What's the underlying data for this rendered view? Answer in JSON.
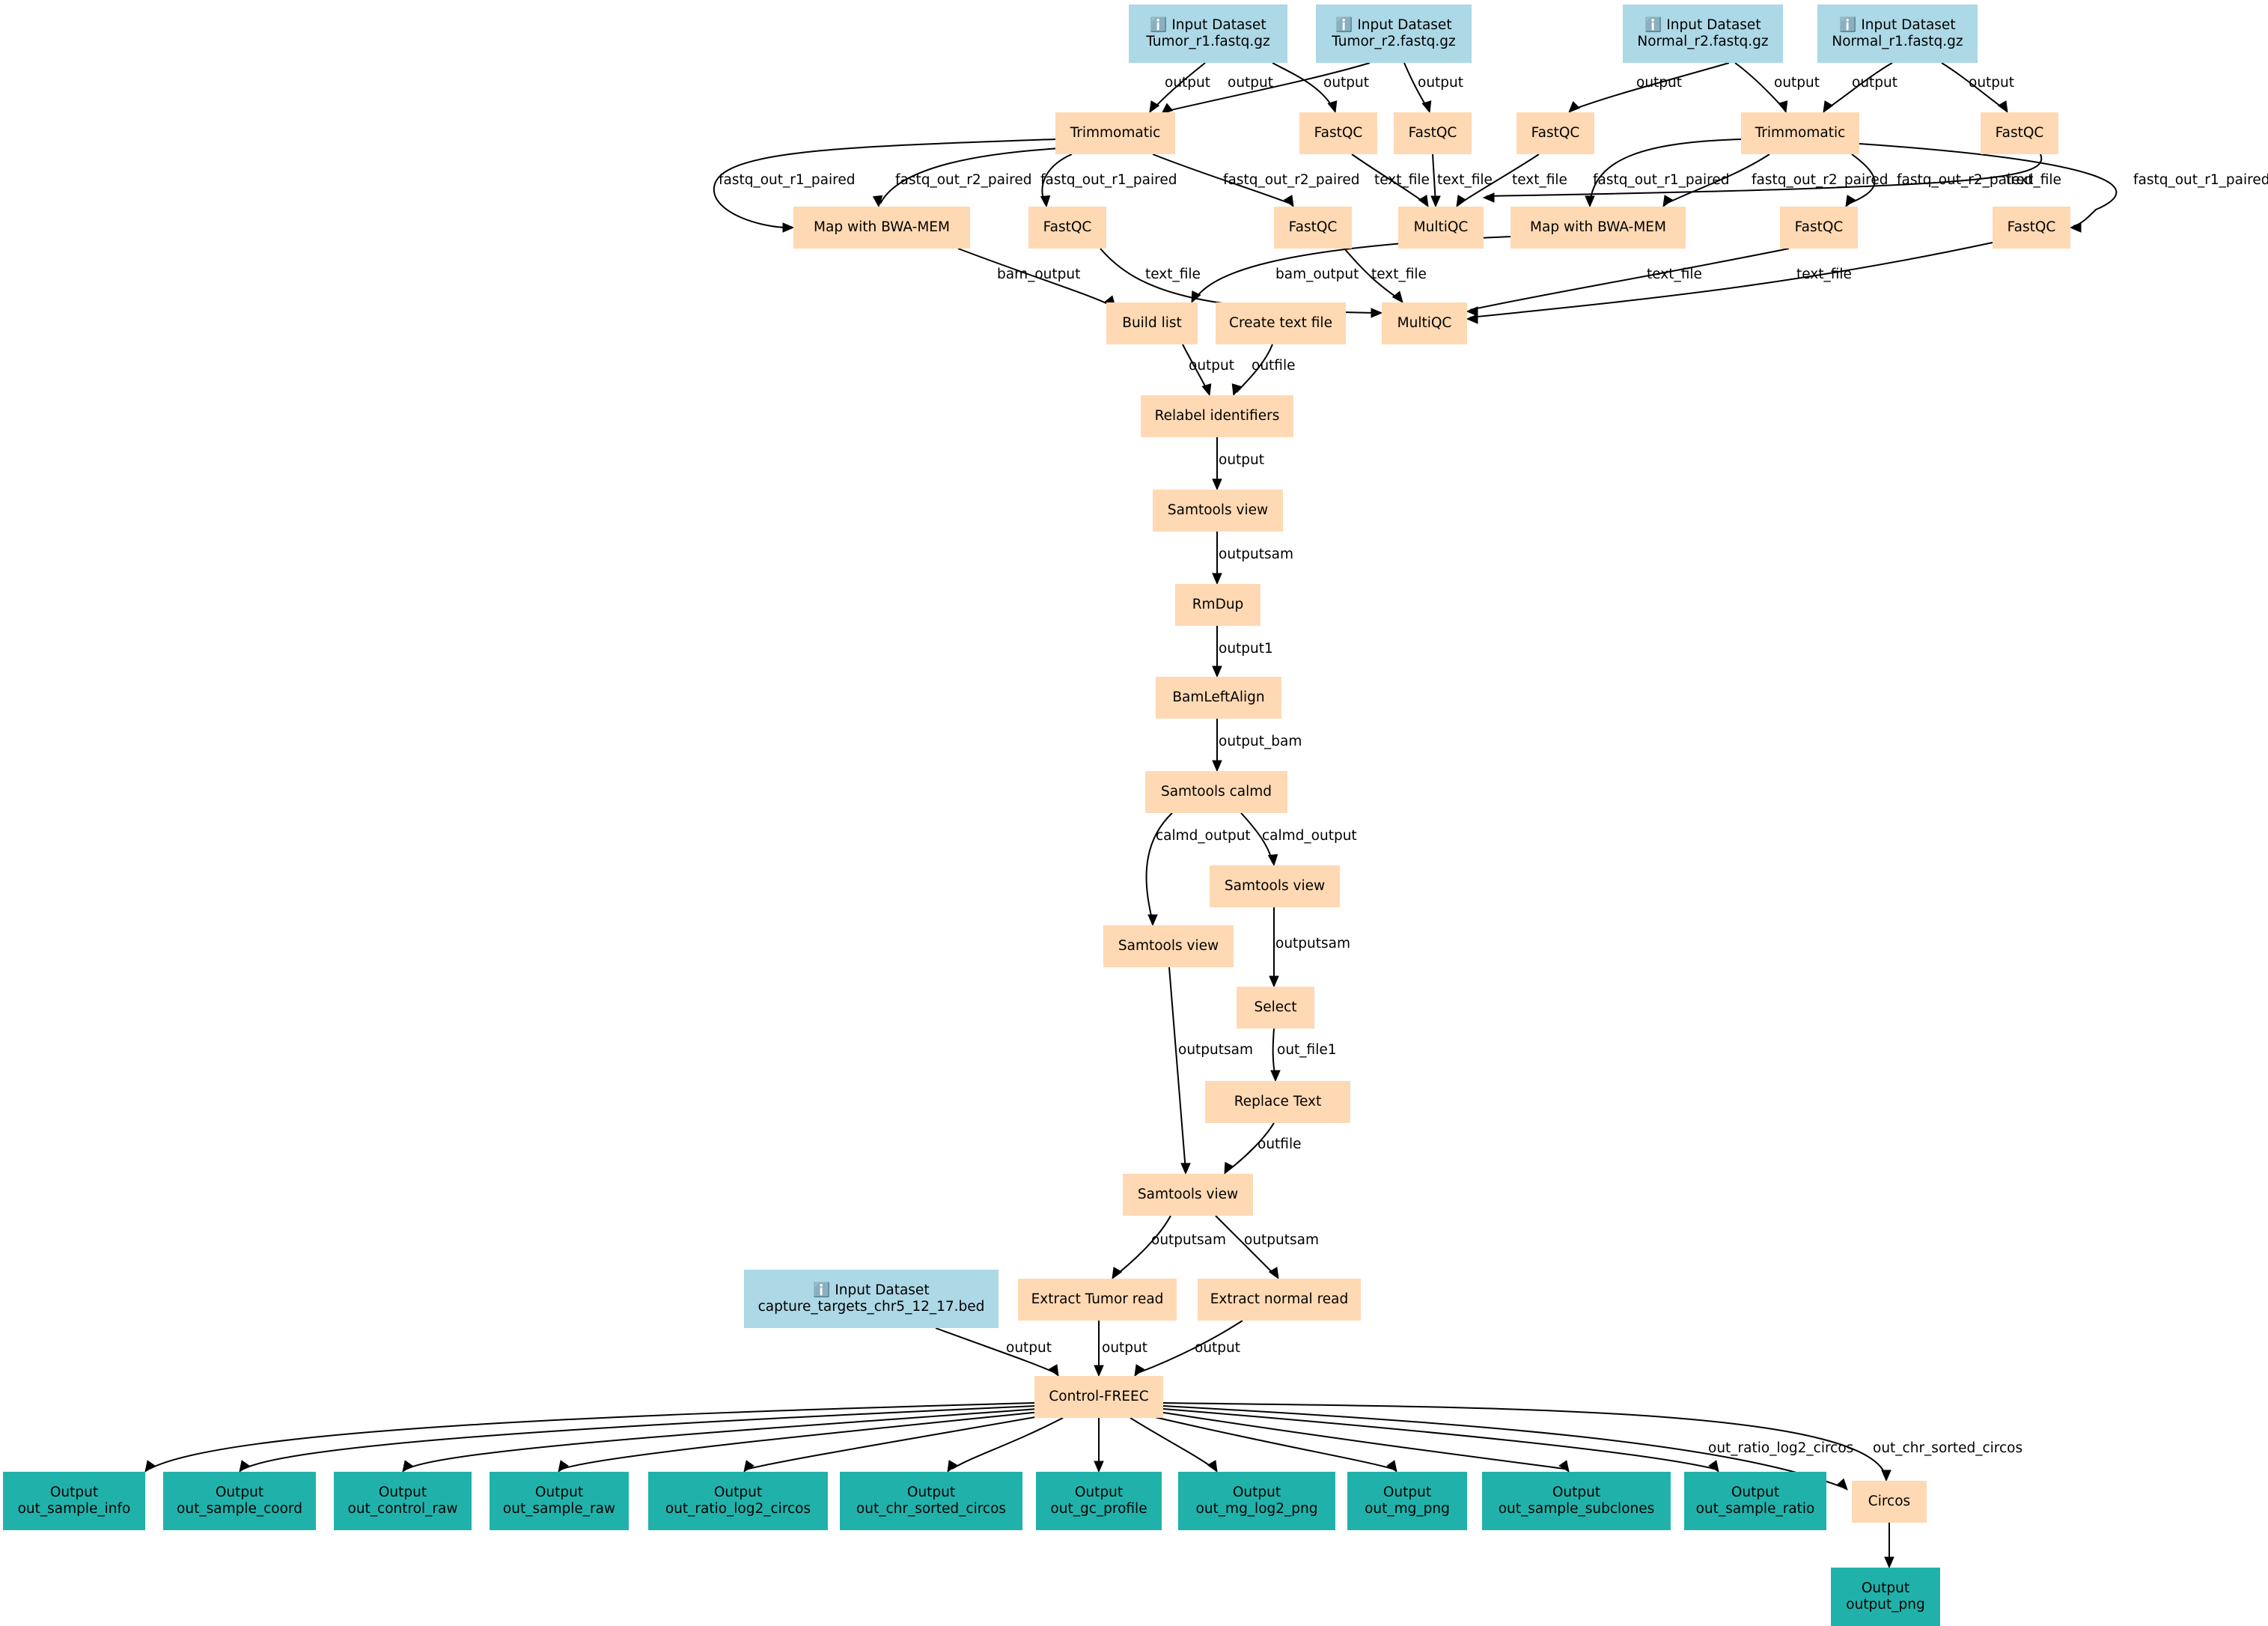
{
  "colors": {
    "input": "#add8e6",
    "tool": "#ffd9b3",
    "output": "#20b2aa",
    "edge": "#000000"
  },
  "nodes": [
    {
      "id": "in_tumor_r1",
      "kind": "input",
      "icon": "info-icon",
      "line1": "ℹ️ Input Dataset",
      "line2": "Tumor_r1.fastq.gz"
    },
    {
      "id": "in_tumor_r2",
      "kind": "input",
      "icon": "info-icon",
      "line1": "ℹ️ Input Dataset",
      "line2": "Tumor_r2.fastq.gz"
    },
    {
      "id": "in_normal_r2",
      "kind": "input",
      "icon": "info-icon",
      "line1": "ℹ️ Input Dataset",
      "line2": "Normal_r2.fastq.gz"
    },
    {
      "id": "in_normal_r1",
      "kind": "input",
      "icon": "info-icon",
      "line1": "ℹ️ Input Dataset",
      "line2": "Normal_r1.fastq.gz"
    },
    {
      "id": "trim_t",
      "kind": "tool",
      "line1": "Trimmomatic"
    },
    {
      "id": "fqc_t2",
      "kind": "tool",
      "line1": "FastQC"
    },
    {
      "id": "fqc_t1",
      "kind": "tool",
      "line1": "FastQC"
    },
    {
      "id": "fqc_n2",
      "kind": "tool",
      "line1": "FastQC"
    },
    {
      "id": "trim_n",
      "kind": "tool",
      "line1": "Trimmomatic"
    },
    {
      "id": "fqc_n1",
      "kind": "tool",
      "line1": "FastQC"
    },
    {
      "id": "bwa_t",
      "kind": "tool",
      "line1": "Map with BWA-MEM"
    },
    {
      "id": "fqc_tp1",
      "kind": "tool",
      "line1": "FastQC"
    },
    {
      "id": "fqc_tp2",
      "kind": "tool",
      "line1": "FastQC"
    },
    {
      "id": "mqc_raw",
      "kind": "tool",
      "line1": "MultiQC"
    },
    {
      "id": "bwa_n",
      "kind": "tool",
      "line1": "Map with BWA-MEM"
    },
    {
      "id": "fqc_np2",
      "kind": "tool",
      "line1": "FastQC"
    },
    {
      "id": "fqc_np1",
      "kind": "tool",
      "line1": "FastQC"
    },
    {
      "id": "build_list",
      "kind": "tool",
      "line1": "Build list"
    },
    {
      "id": "create_text",
      "kind": "tool",
      "line1": "Create text file"
    },
    {
      "id": "mqc_trim",
      "kind": "tool",
      "line1": "MultiQC"
    },
    {
      "id": "relabel",
      "kind": "tool",
      "line1": "Relabel identifiers"
    },
    {
      "id": "sview1",
      "kind": "tool",
      "line1": "Samtools view"
    },
    {
      "id": "rmdup",
      "kind": "tool",
      "line1": "RmDup"
    },
    {
      "id": "bamleft",
      "kind": "tool",
      "line1": "BamLeftAlign"
    },
    {
      "id": "calmd",
      "kind": "tool",
      "line1": "Samtools calmd"
    },
    {
      "id": "sview_r",
      "kind": "tool",
      "line1": "Samtools view"
    },
    {
      "id": "sview_l",
      "kind": "tool",
      "line1": "Samtools view"
    },
    {
      "id": "select",
      "kind": "tool",
      "line1": "Select"
    },
    {
      "id": "replace",
      "kind": "tool",
      "line1": "Replace Text"
    },
    {
      "id": "sview_m",
      "kind": "tool",
      "line1": "Samtools view"
    },
    {
      "id": "in_bed",
      "kind": "input",
      "icon": "info-icon",
      "line1": "ℹ️ Input Dataset",
      "line2": "capture_targets_chr5_12_17.bed"
    },
    {
      "id": "ext_tumor",
      "kind": "tool",
      "line1": "Extract Tumor read"
    },
    {
      "id": "ext_normal",
      "kind": "tool",
      "line1": "Extract normal read"
    },
    {
      "id": "freec",
      "kind": "tool",
      "line1": "Control-FREEC"
    },
    {
      "id": "o_info",
      "kind": "output",
      "line1": "Output",
      "line2": "out_sample_info"
    },
    {
      "id": "o_coord",
      "kind": "output",
      "line1": "Output",
      "line2": "out_sample_coord"
    },
    {
      "id": "o_ctrlraw",
      "kind": "output",
      "line1": "Output",
      "line2": "out_control_raw"
    },
    {
      "id": "o_samraw",
      "kind": "output",
      "line1": "Output",
      "line2": "out_sample_raw"
    },
    {
      "id": "o_ratio",
      "kind": "output",
      "line1": "Output",
      "line2": "out_ratio_log2_circos"
    },
    {
      "id": "o_chr",
      "kind": "output",
      "line1": "Output",
      "line2": "out_chr_sorted_circos"
    },
    {
      "id": "o_gc",
      "kind": "output",
      "line1": "Output",
      "line2": "out_gc_profile"
    },
    {
      "id": "o_mglog",
      "kind": "output",
      "line1": "Output",
      "line2": "out_mg_log2_png"
    },
    {
      "id": "o_mg",
      "kind": "output",
      "line1": "Output",
      "line2": "out_mg_png"
    },
    {
      "id": "o_subcl",
      "kind": "output",
      "line1": "Output",
      "line2": "out_sample_subclones"
    },
    {
      "id": "o_sratio",
      "kind": "output",
      "line1": "Output",
      "line2": "out_sample_ratio"
    },
    {
      "id": "circos",
      "kind": "tool",
      "line1": "Circos"
    },
    {
      "id": "o_png",
      "kind": "output",
      "line1": "Output",
      "line2": "output_png"
    }
  ],
  "edges": [
    {
      "from": "in_tumor_r1",
      "to": "trim_t",
      "label": "output"
    },
    {
      "from": "in_tumor_r1",
      "to": "fqc_t2",
      "label": "output"
    },
    {
      "from": "in_tumor_r2",
      "to": "trim_t",
      "label": "output"
    },
    {
      "from": "in_tumor_r2",
      "to": "fqc_t1",
      "label": "output"
    },
    {
      "from": "in_normal_r2",
      "to": "fqc_n2",
      "label": "output"
    },
    {
      "from": "in_normal_r2",
      "to": "trim_n",
      "label": "output"
    },
    {
      "from": "in_normal_r1",
      "to": "trim_n",
      "label": "output"
    },
    {
      "from": "in_normal_r1",
      "to": "fqc_n1",
      "label": "output"
    },
    {
      "from": "trim_t",
      "to": "bwa_t",
      "label": "fastq_out_r1_paired"
    },
    {
      "from": "trim_t",
      "to": "bwa_t",
      "label": "fastq_out_r2_paired"
    },
    {
      "from": "trim_t",
      "to": "fqc_tp1",
      "label": "fastq_out_r1_paired"
    },
    {
      "from": "trim_t",
      "to": "fqc_tp2",
      "label": "fastq_out_r2_paired"
    },
    {
      "from": "fqc_t2",
      "to": "mqc_raw",
      "label": "text_file"
    },
    {
      "from": "fqc_t1",
      "to": "mqc_raw",
      "label": "text_file"
    },
    {
      "from": "fqc_n2",
      "to": "mqc_raw",
      "label": "text_file"
    },
    {
      "from": "fqc_n1",
      "to": "mqc_raw",
      "label": "text_file"
    },
    {
      "from": "trim_n",
      "to": "bwa_n",
      "label": "fastq_out_r1_paired"
    },
    {
      "from": "trim_n",
      "to": "bwa_n",
      "label": "fastq_out_r2_paired"
    },
    {
      "from": "trim_n",
      "to": "fqc_np2",
      "label": "fastq_out_r2_paired"
    },
    {
      "from": "trim_n",
      "to": "fqc_np1",
      "label": "fastq_out_r1_paired"
    },
    {
      "from": "bwa_t",
      "to": "build_list",
      "label": "bam_output"
    },
    {
      "from": "bwa_n",
      "to": "build_list",
      "label": "bam_output"
    },
    {
      "from": "fqc_tp1",
      "to": "mqc_trim",
      "label": "text_file"
    },
    {
      "from": "fqc_tp2",
      "to": "mqc_trim",
      "label": "text_file"
    },
    {
      "from": "fqc_np2",
      "to": "mqc_trim",
      "label": "text_file"
    },
    {
      "from": "fqc_np1",
      "to": "mqc_trim",
      "label": "text_file"
    },
    {
      "from": "build_list",
      "to": "relabel",
      "label": "output"
    },
    {
      "from": "create_text",
      "to": "relabel",
      "label": "outfile"
    },
    {
      "from": "relabel",
      "to": "sview1",
      "label": "output"
    },
    {
      "from": "sview1",
      "to": "rmdup",
      "label": "outputsam"
    },
    {
      "from": "rmdup",
      "to": "bamleft",
      "label": "output1"
    },
    {
      "from": "bamleft",
      "to": "calmd",
      "label": "output_bam"
    },
    {
      "from": "calmd",
      "to": "sview_l",
      "label": "calmd_output"
    },
    {
      "from": "calmd",
      "to": "sview_r",
      "label": "calmd_output"
    },
    {
      "from": "sview_r",
      "to": "select",
      "label": "outputsam"
    },
    {
      "from": "select",
      "to": "replace",
      "label": "out_file1"
    },
    {
      "from": "sview_l",
      "to": "sview_m",
      "label": "outputsam"
    },
    {
      "from": "replace",
      "to": "sview_m",
      "label": "outfile"
    },
    {
      "from": "sview_m",
      "to": "ext_tumor",
      "label": "outputsam"
    },
    {
      "from": "sview_m",
      "to": "ext_normal",
      "label": "outputsam"
    },
    {
      "from": "in_bed",
      "to": "freec",
      "label": "output"
    },
    {
      "from": "ext_tumor",
      "to": "freec",
      "label": "output"
    },
    {
      "from": "ext_normal",
      "to": "freec",
      "label": "output"
    },
    {
      "from": "freec",
      "to": "o_info",
      "label": ""
    },
    {
      "from": "freec",
      "to": "o_coord",
      "label": ""
    },
    {
      "from": "freec",
      "to": "o_ctrlraw",
      "label": ""
    },
    {
      "from": "freec",
      "to": "o_samraw",
      "label": ""
    },
    {
      "from": "freec",
      "to": "o_ratio",
      "label": ""
    },
    {
      "from": "freec",
      "to": "o_chr",
      "label": ""
    },
    {
      "from": "freec",
      "to": "o_gc",
      "label": ""
    },
    {
      "from": "freec",
      "to": "o_mglog",
      "label": ""
    },
    {
      "from": "freec",
      "to": "o_mg",
      "label": ""
    },
    {
      "from": "freec",
      "to": "o_subcl",
      "label": ""
    },
    {
      "from": "freec",
      "to": "o_sratio",
      "label": ""
    },
    {
      "from": "freec",
      "to": "circos",
      "label": "out_ratio_log2_circos"
    },
    {
      "from": "freec",
      "to": "circos",
      "label": "out_chr_sorted_circos"
    },
    {
      "from": "circos",
      "to": "o_png",
      "label": ""
    }
  ]
}
